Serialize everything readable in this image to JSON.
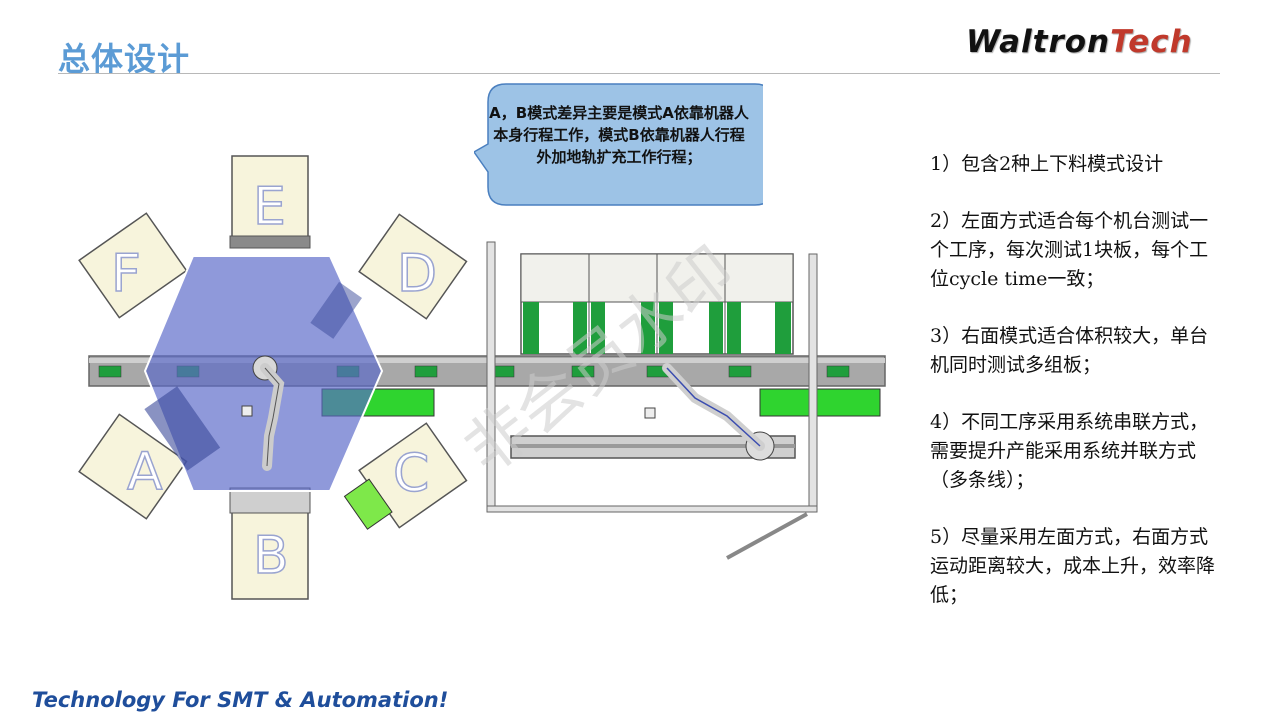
{
  "header": {
    "title": "总体设计",
    "logo_part1": "Waltron",
    "logo_part2": "Tech"
  },
  "callout": {
    "text": "A，B模式差异主要是模式A依靠机器人本身行程工作，模式B依靠机器人行程外加地轨扩充工作行程；"
  },
  "diagram": {
    "station_labels": [
      "A",
      "B",
      "C",
      "D",
      "E",
      "F"
    ],
    "watermark": "非会员水印"
  },
  "notes": [
    "1）包含2种上下料模式设计",
    "2）左面方式适合每个机台测试一个工序，每次测试1块板，每个工位cycle time一致；",
    "3）右面模式适合体积较大，单台机同时测试多组板；",
    "4）不同工序采用系统串联方式，需要提升产能采用系统并联方式（多条线）；",
    "5）尽量采用左面方式，右面方式运动距离较大，成本上升，效率降低；"
  ],
  "footer": {
    "tagline": "Technology For SMT & Automation!"
  },
  "colors": {
    "title": "#5b9bd5",
    "callout_fill": "#9dc3e6",
    "hexagon_fill": "#5a68c8",
    "conveyor_green": "#2fd42f",
    "footer": "#1f4e9b"
  }
}
